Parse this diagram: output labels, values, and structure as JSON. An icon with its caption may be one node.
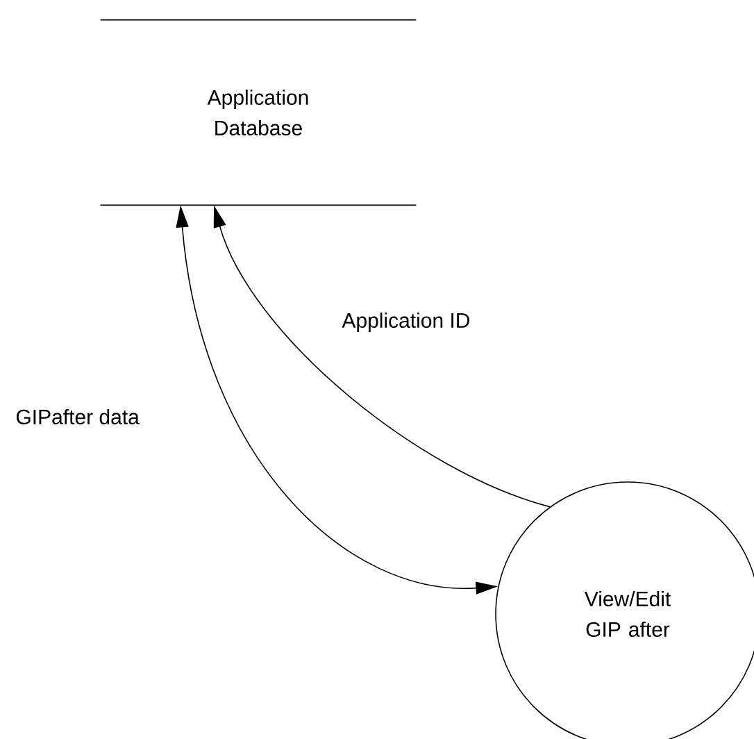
{
  "diagram": {
    "nodes": [
      {
        "text": [
          "Application Database"
        ]
      },
      {
        "text": [
          "View/Edit GIP after"
        ]
      }
    ],
    "edges": [
      {
        "from": 0,
        "to": 1,
        "arrow": "both",
        "label": "GIPafter data"
      },
      {
        "from": 1,
        "to": 0,
        "arrow": "to",
        "label": "Application ID"
      }
    ]
  }
}
